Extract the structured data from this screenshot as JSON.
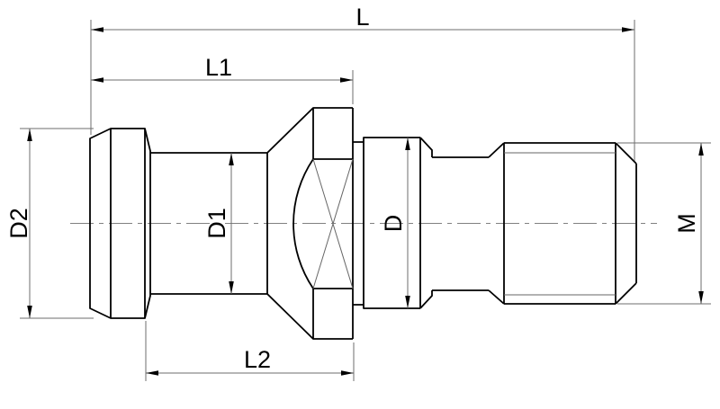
{
  "drawing": {
    "kind": "technical-drawing",
    "subject": "pull stud (retention knob) side view with dimension callouts",
    "labels": {
      "L": "L",
      "L1": "L1",
      "L2": "L2",
      "D2": "D2",
      "D1": "D1",
      "D": "D",
      "M": "M"
    },
    "colors": {
      "background": "#ffffff",
      "outline": "#000000",
      "dimension_lines": "#666666",
      "centerline": "#808080",
      "text": "#000000"
    }
  }
}
